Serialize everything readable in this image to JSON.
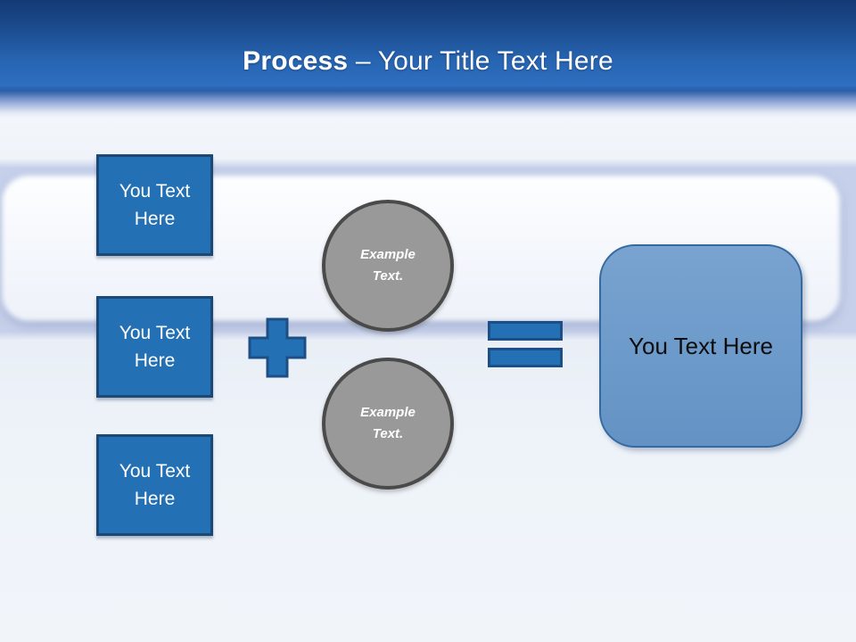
{
  "slide": {
    "title": {
      "bold": "Process",
      "rest": " – Your Title Text Here"
    },
    "input_boxes": [
      {
        "label": "You Text Here"
      },
      {
        "label": "You Text Here"
      },
      {
        "label": "You Text Here"
      }
    ],
    "circles": [
      {
        "label": "Example Text."
      },
      {
        "label": "Example Text."
      }
    ],
    "operators": {
      "plus": "plus-icon",
      "equals": "equals-icon"
    },
    "result_box": {
      "label": "You Text Here"
    },
    "colors": {
      "header_top": "#143a74",
      "header_bottom": "#2e6fc0",
      "band_lavender": "#c6d0ea",
      "shape_blue_fill": "#2470b4",
      "shape_blue_border": "#1b4875",
      "circle_gray_fill": "#999999",
      "circle_gray_border": "#4a4a4a",
      "result_fill": "#6c9aca",
      "result_border": "#366a9e",
      "title_text": "#ffffff",
      "result_text": "#0d0d0d"
    }
  }
}
